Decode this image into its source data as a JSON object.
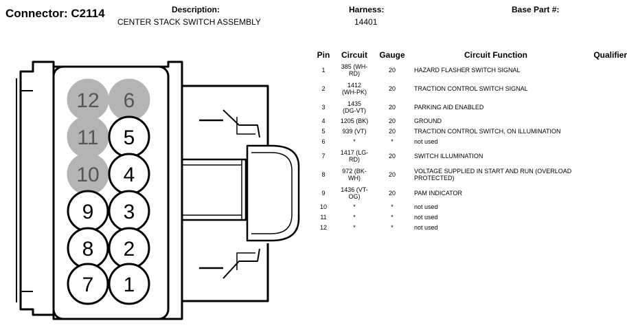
{
  "header": {
    "connector_label": "Connector: C2114",
    "description_label": "Description:",
    "description_value": "CENTER STACK SWITCH ASSEMBLY",
    "harness_label": "Harness:",
    "harness_value": "14401",
    "base_part_label": "Base Part #:"
  },
  "table": {
    "columns": [
      "Pin",
      "Circuit",
      "Gauge",
      "Circuit Function",
      "Qualifier"
    ],
    "rows": [
      {
        "pin": "1",
        "circuit": "385 (WH-RD)",
        "gauge": "20",
        "function": "HAZARD FLASHER SWITCH SIGNAL"
      },
      {
        "pin": "2",
        "circuit": "1412 (WH-PK)",
        "gauge": "20",
        "function": "TRACTION CONTROL SWITCH SIGNAL"
      },
      {
        "pin": "3",
        "circuit": "1435 (DG-VT)",
        "gauge": "20",
        "function": "PARKING AID ENABLED"
      },
      {
        "pin": "4",
        "circuit": "1205 (BK)",
        "gauge": "20",
        "function": "GROUND"
      },
      {
        "pin": "5",
        "circuit": "939 (VT)",
        "gauge": "20",
        "function": "TRACTION CONTROL SWITCH, ON ILLUMINATION"
      },
      {
        "pin": "6",
        "circuit": "*",
        "gauge": "*",
        "function": "not used"
      },
      {
        "pin": "7",
        "circuit": "1417 (LG-RD)",
        "gauge": "20",
        "function": "SWITCH ILLUMINATION"
      },
      {
        "pin": "8",
        "circuit": "972 (BK-WH)",
        "gauge": "20",
        "function": "VOLTAGE SUPPLIED IN START AND RUN (OVERLOAD PROTECTED)"
      },
      {
        "pin": "9",
        "circuit": "1436 (VT-OG)",
        "gauge": "20",
        "function": "PAM INDICATOR"
      },
      {
        "pin": "10",
        "circuit": "*",
        "gauge": "*",
        "function": "not used"
      },
      {
        "pin": "11",
        "circuit": "*",
        "gauge": "*",
        "function": "not used"
      },
      {
        "pin": "12",
        "circuit": "*",
        "gauge": "*",
        "function": "not used"
      }
    ]
  },
  "connector": {
    "pins": [
      {
        "label": "12",
        "used": false
      },
      {
        "label": "6",
        "used": false
      },
      {
        "label": "11",
        "used": false
      },
      {
        "label": "5",
        "used": true
      },
      {
        "label": "10",
        "used": false
      },
      {
        "label": "4",
        "used": true
      },
      {
        "label": "9",
        "used": true
      },
      {
        "label": "3",
        "used": true
      },
      {
        "label": "8",
        "used": true
      },
      {
        "label": "2",
        "used": true
      },
      {
        "label": "7",
        "used": true
      },
      {
        "label": "1",
        "used": true
      }
    ],
    "used_fill": "#ffffff",
    "unused_fill": "#b4b4b4"
  }
}
